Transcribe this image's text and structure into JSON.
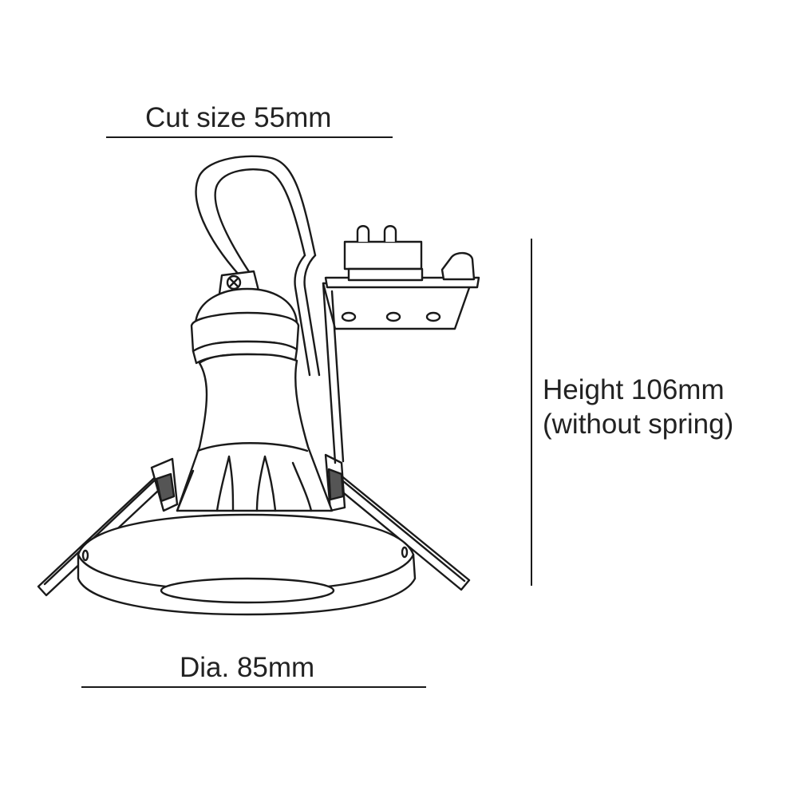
{
  "diagram": {
    "subject": "recessed downlight fitting with lamp holder, springs and terminal block",
    "dimensions": {
      "cut_size": {
        "label": "Cut size 55mm"
      },
      "height": {
        "line1": "Height 106mm",
        "line2": "(without spring)"
      },
      "diameter": {
        "label": "Dia. 85mm"
      }
    },
    "colors": {
      "line": "#1a1a1a",
      "background": "#ffffff",
      "text": "#222222"
    }
  }
}
